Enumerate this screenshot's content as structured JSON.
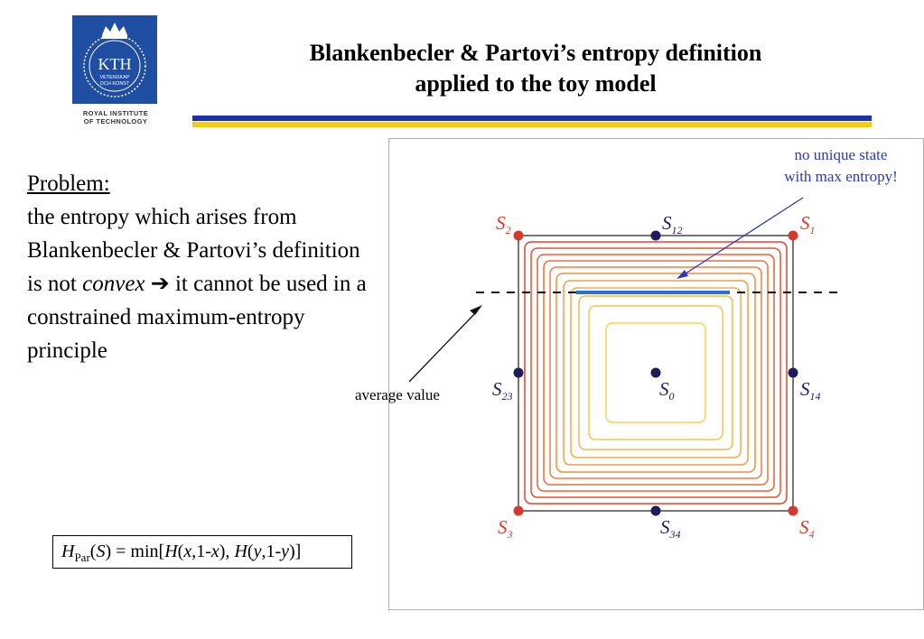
{
  "logo": {
    "text": "KTH",
    "subtext_line1": "VETENSKAP",
    "subtext_line2": "OCH KONST",
    "caption_line1": "ROYAL INSTITUTE",
    "caption_line2": "OF TECHNOLOGY"
  },
  "title": {
    "line1": "Blankenbecler & Partovi’s entropy definition",
    "line2": "applied to the toy model"
  },
  "problem": {
    "heading": "Problem:",
    "text_before": "the entropy which arises from Blankenbecler & Partovi’s definition is not ",
    "emph": "convex",
    "arrow": "➔",
    "text_after": " it cannot be used in a constrained maximum-entropy principle"
  },
  "formula": {
    "H": "H",
    "sub": "Par",
    "open": "(",
    "S": "S",
    "eq": ") = min[",
    "H1": "H",
    "p1": "(",
    "x1": "x",
    "m1": ",1-",
    "x2": "x",
    "c1": "), ",
    "H2": "H",
    "p2": "(",
    "y1": "y",
    "m2": ",1-",
    "y2": "y",
    "close": ")]"
  },
  "figure": {
    "note_line1": "no unique state",
    "note_line2": "with max entropy!",
    "avg_label": "average value",
    "states": [
      {
        "main": "S",
        "sub": "2"
      },
      {
        "main": "S",
        "sub": "12"
      },
      {
        "main": "S",
        "sub": "1"
      },
      {
        "main": "S",
        "sub": "23"
      },
      {
        "main": "S",
        "sub": "0"
      },
      {
        "main": "S",
        "sub": "14"
      },
      {
        "main": "S",
        "sub": "3"
      },
      {
        "main": "S",
        "sub": "34"
      },
      {
        "main": "S",
        "sub": "4"
      }
    ],
    "colors": {
      "corner": "#d63a2b",
      "edge": "#1d1d5c",
      "note": "#2b3bb5",
      "highlight": "#2e6fd6"
    }
  }
}
